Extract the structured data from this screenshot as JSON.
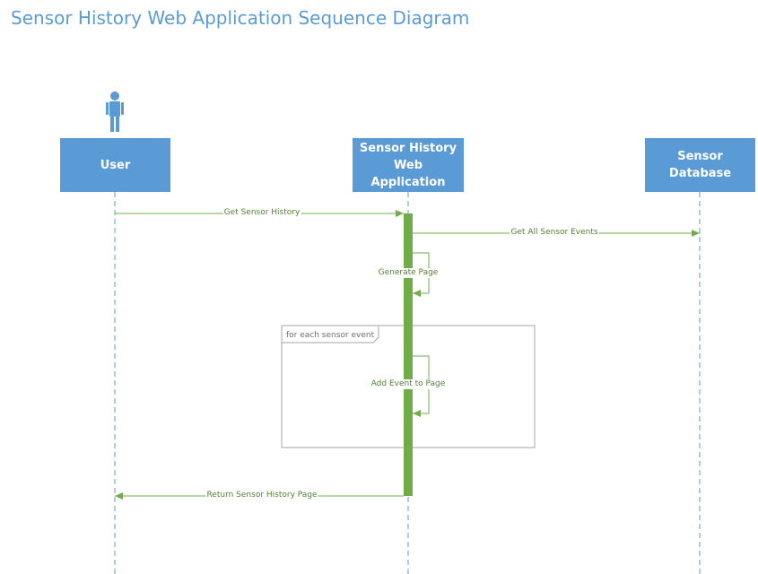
{
  "title": "Sensor History Web Application Sequence Diagram",
  "colors": {
    "title": "#5b9bd5",
    "lifeline_box": "#5b9bd5",
    "lifeline_text": "#ffffff",
    "message": "#70ad47",
    "message_text": "#548235",
    "frame": "#a6a6a6",
    "actor": "#5b9bd5"
  },
  "actor_icon": "person-icon",
  "lifelines": [
    {
      "id": "user",
      "label_lines": [
        "User"
      ]
    },
    {
      "id": "webapp",
      "label_lines": [
        "Sensor History",
        "Web Application"
      ]
    },
    {
      "id": "database",
      "label_lines": [
        "Sensor Database"
      ]
    }
  ],
  "messages": [
    {
      "from": "user",
      "to": "webapp",
      "label": "Get Sensor History",
      "kind": "sync"
    },
    {
      "from": "webapp",
      "to": "database",
      "label": "Get All Sensor Events",
      "kind": "sync"
    },
    {
      "from": "webapp",
      "to": "webapp",
      "label": "Generate Page",
      "kind": "self"
    },
    {
      "from": "webapp",
      "to": "webapp",
      "label": "Add Event to Page",
      "kind": "self"
    },
    {
      "from": "webapp",
      "to": "user",
      "label": "Return Sensor History Page",
      "kind": "return"
    }
  ],
  "loop_frame": {
    "label": "for each sensor event"
  }
}
